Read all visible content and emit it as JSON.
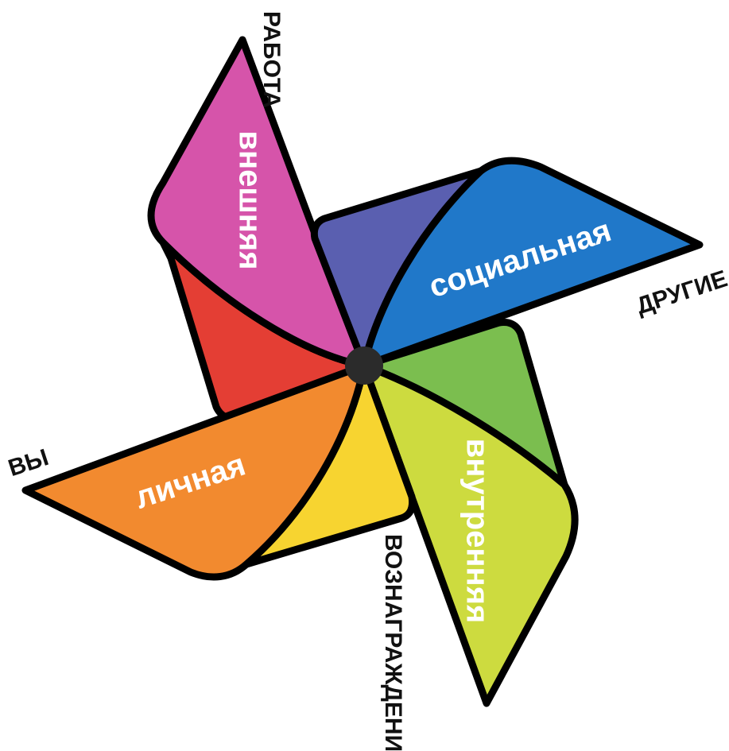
{
  "diagram": {
    "blades": [
      {
        "label": "внешняя",
        "outer_color": "#d654aa",
        "inner_color": "#e43e34"
      },
      {
        "label": "социальная",
        "outer_color": "#2078c9",
        "inner_color": "#5a5fb0"
      },
      {
        "label": "внутренняя",
        "outer_color": "#cddb3f",
        "inner_color": "#7bbe4f"
      },
      {
        "label": "личная",
        "outer_color": "#f28a2f",
        "inner_color": "#f7d430"
      }
    ],
    "end_labels": {
      "top": "РАБОТА",
      "right": "ДРУГИЕ",
      "bottom": "ВОЗНАГРАЖДЕНИЕ",
      "left": "ВЫ"
    },
    "hub_color": "#2b2b2b"
  }
}
